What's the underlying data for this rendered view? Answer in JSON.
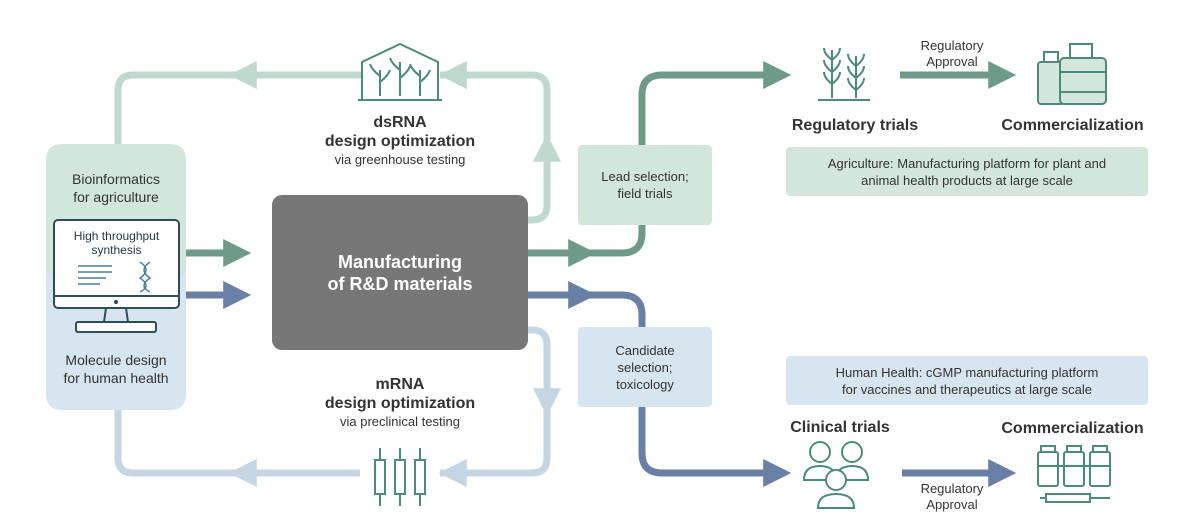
{
  "colors": {
    "ag_dark": "#6e9b88",
    "ag_light": "#bfd9cf",
    "ag_box": "#d2e6dc",
    "hh_dark": "#6a7fa6",
    "hh_light": "#c6d5e2",
    "hh_box": "#d6e5ef",
    "center": "#777777",
    "icon": "#4d8a7a"
  },
  "left_panel": {
    "top_label_1": "Bioinformatics",
    "top_label_2": "for agriculture",
    "monitor_line_1": "High throughput",
    "monitor_line_2": "synthesis",
    "bottom_label_1": "Molecule design",
    "bottom_label_2": "for human health"
  },
  "center_box": {
    "line_1": "Manufacturing",
    "line_2": "of R&D materials"
  },
  "dsrna": {
    "title_1": "dsRNA",
    "title_2": "design optimization",
    "subtitle": "via greenhouse testing",
    "icon": "greenhouse-icon"
  },
  "mrna": {
    "title_1": "mRNA",
    "title_2": "design optimization",
    "subtitle": "via preclinical testing",
    "icon": "syringes-icon"
  },
  "lead_box": {
    "line_1": "Lead selection;",
    "line_2": "field trials"
  },
  "candidate_box": {
    "line_1": "Candidate",
    "line_2": "selection;",
    "line_3": "toxicology"
  },
  "agriculture": {
    "trials_label": "Regulatory trials",
    "approval_1": "Regulatory",
    "approval_2": "Approval",
    "commercial_label": "Commercialization",
    "platform_1": "Agriculture: Manufacturing platform for plant and",
    "platform_2": "animal health products at large scale",
    "trials_icon": "wheat-icon",
    "commercial_icon": "containers-icon"
  },
  "human_health": {
    "trials_label": "Clinical trials",
    "approval_1": "Regulatory",
    "approval_2": "Approval",
    "commercial_label": "Commercialization",
    "platform_1": "Human Health: cGMP manufacturing platform",
    "platform_2": "for vaccines and therapeutics at large scale",
    "trials_icon": "people-icon",
    "commercial_icon": "vials-icon"
  }
}
